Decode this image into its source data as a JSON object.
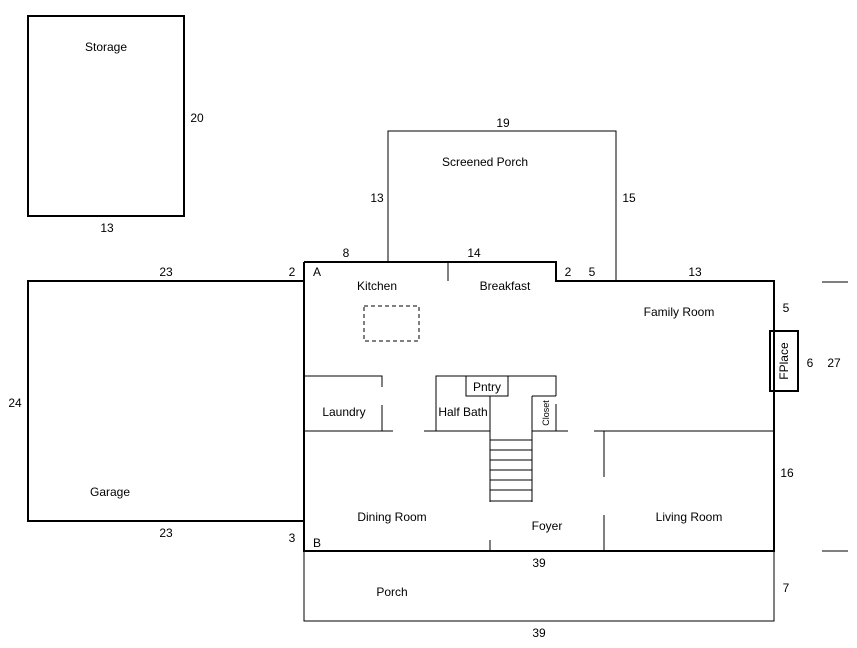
{
  "rooms": {
    "storage": "Storage",
    "screened_porch": "Screened Porch",
    "kitchen": "Kitchen",
    "breakfast": "Breakfast",
    "family_room": "Family Room",
    "fireplace": "FPlace",
    "laundry": "Laundry",
    "half_bath": "Half Bath",
    "pantry": "Pntry",
    "closet": "Closet",
    "garage": "Garage",
    "dining_room": "Dining Room",
    "foyer": "Foyer",
    "living_room": "Living Room",
    "porch": "Porch"
  },
  "markers": {
    "a": "A",
    "b": "B"
  },
  "dimensions": {
    "storage_side": "20",
    "storage_bottom": "13",
    "screened_top": "19",
    "screened_left": "13",
    "screened_right": "15",
    "top_8": "8",
    "top_14": "14",
    "top_2_right": "2",
    "top_5": "5",
    "top_13": "13",
    "garage_top": "23",
    "top_2_left": "2",
    "right_5": "5",
    "fireplace_6": "6",
    "overall_27": "27",
    "garage_left": "24",
    "right_16": "16",
    "garage_bottom": "23",
    "bottom_3": "3",
    "house_bottom": "39",
    "porch_right": "7",
    "porch_bottom": "39"
  }
}
